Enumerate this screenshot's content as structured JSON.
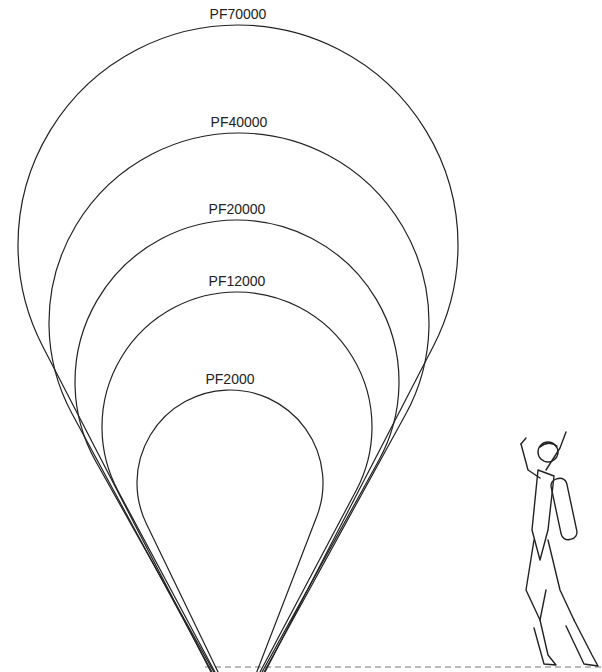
{
  "diagram": {
    "nodes": [
      {
        "text": [
          "PF70000"
        ]
      },
      {
        "text": [
          "PF40000"
        ],
        "in": 0
      },
      {
        "text": [
          "PF20000"
        ],
        "in": 1
      },
      {
        "text": [
          "PF12000"
        ],
        "in": 2
      },
      {
        "text": [
          "PF2000"
        ],
        "in": 3
      }
    ]
  }
}
